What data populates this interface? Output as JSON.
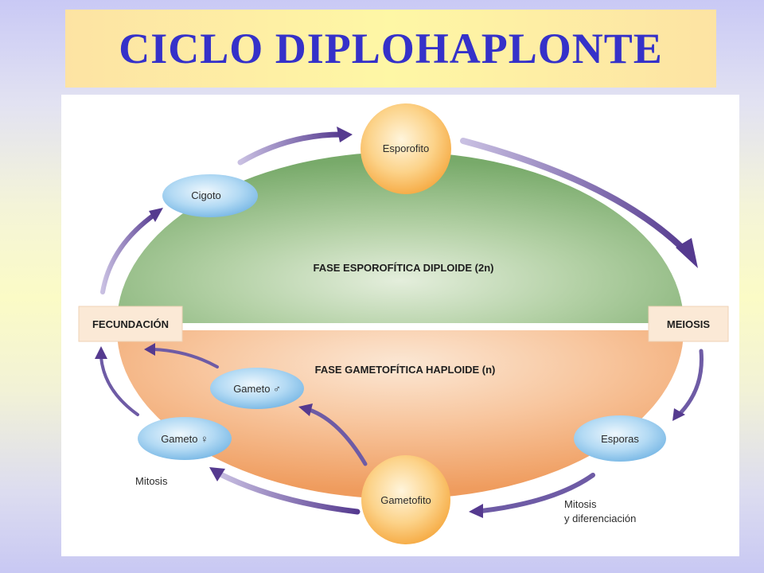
{
  "title": "CICLO DIPLOHAPLONTE",
  "diagram": {
    "phase_diploid": "FASE ESPOROFÍTICA DIPLOIDE (2n)",
    "phase_haploid": "FASE GAMETOFÍTICA HAPLOIDE (n)",
    "box_left": "FECUNDACIÓN",
    "box_right": "MEIOSIS",
    "node_esporofito": "Esporofito",
    "node_cigoto": "Cigoto",
    "node_gameto_male": "Gameto ♂",
    "node_gameto_female": "Gameto ♀",
    "node_gametofito": "Gametofito",
    "node_esporas": "Esporas",
    "note_mitosis": "Mitosis",
    "note_mitosis_dif_1": "Mitosis",
    "note_mitosis_dif_2": "y diferenciación"
  },
  "colors": {
    "title_text": "#3531c9",
    "arrow": "#5b3f92",
    "diploid_fill": "#8ab57d",
    "haploid_fill": "#f2a56e",
    "node_blue": "#8fc5ec",
    "node_orange": "#f8b256",
    "box_fill": "#fbe9d6"
  }
}
